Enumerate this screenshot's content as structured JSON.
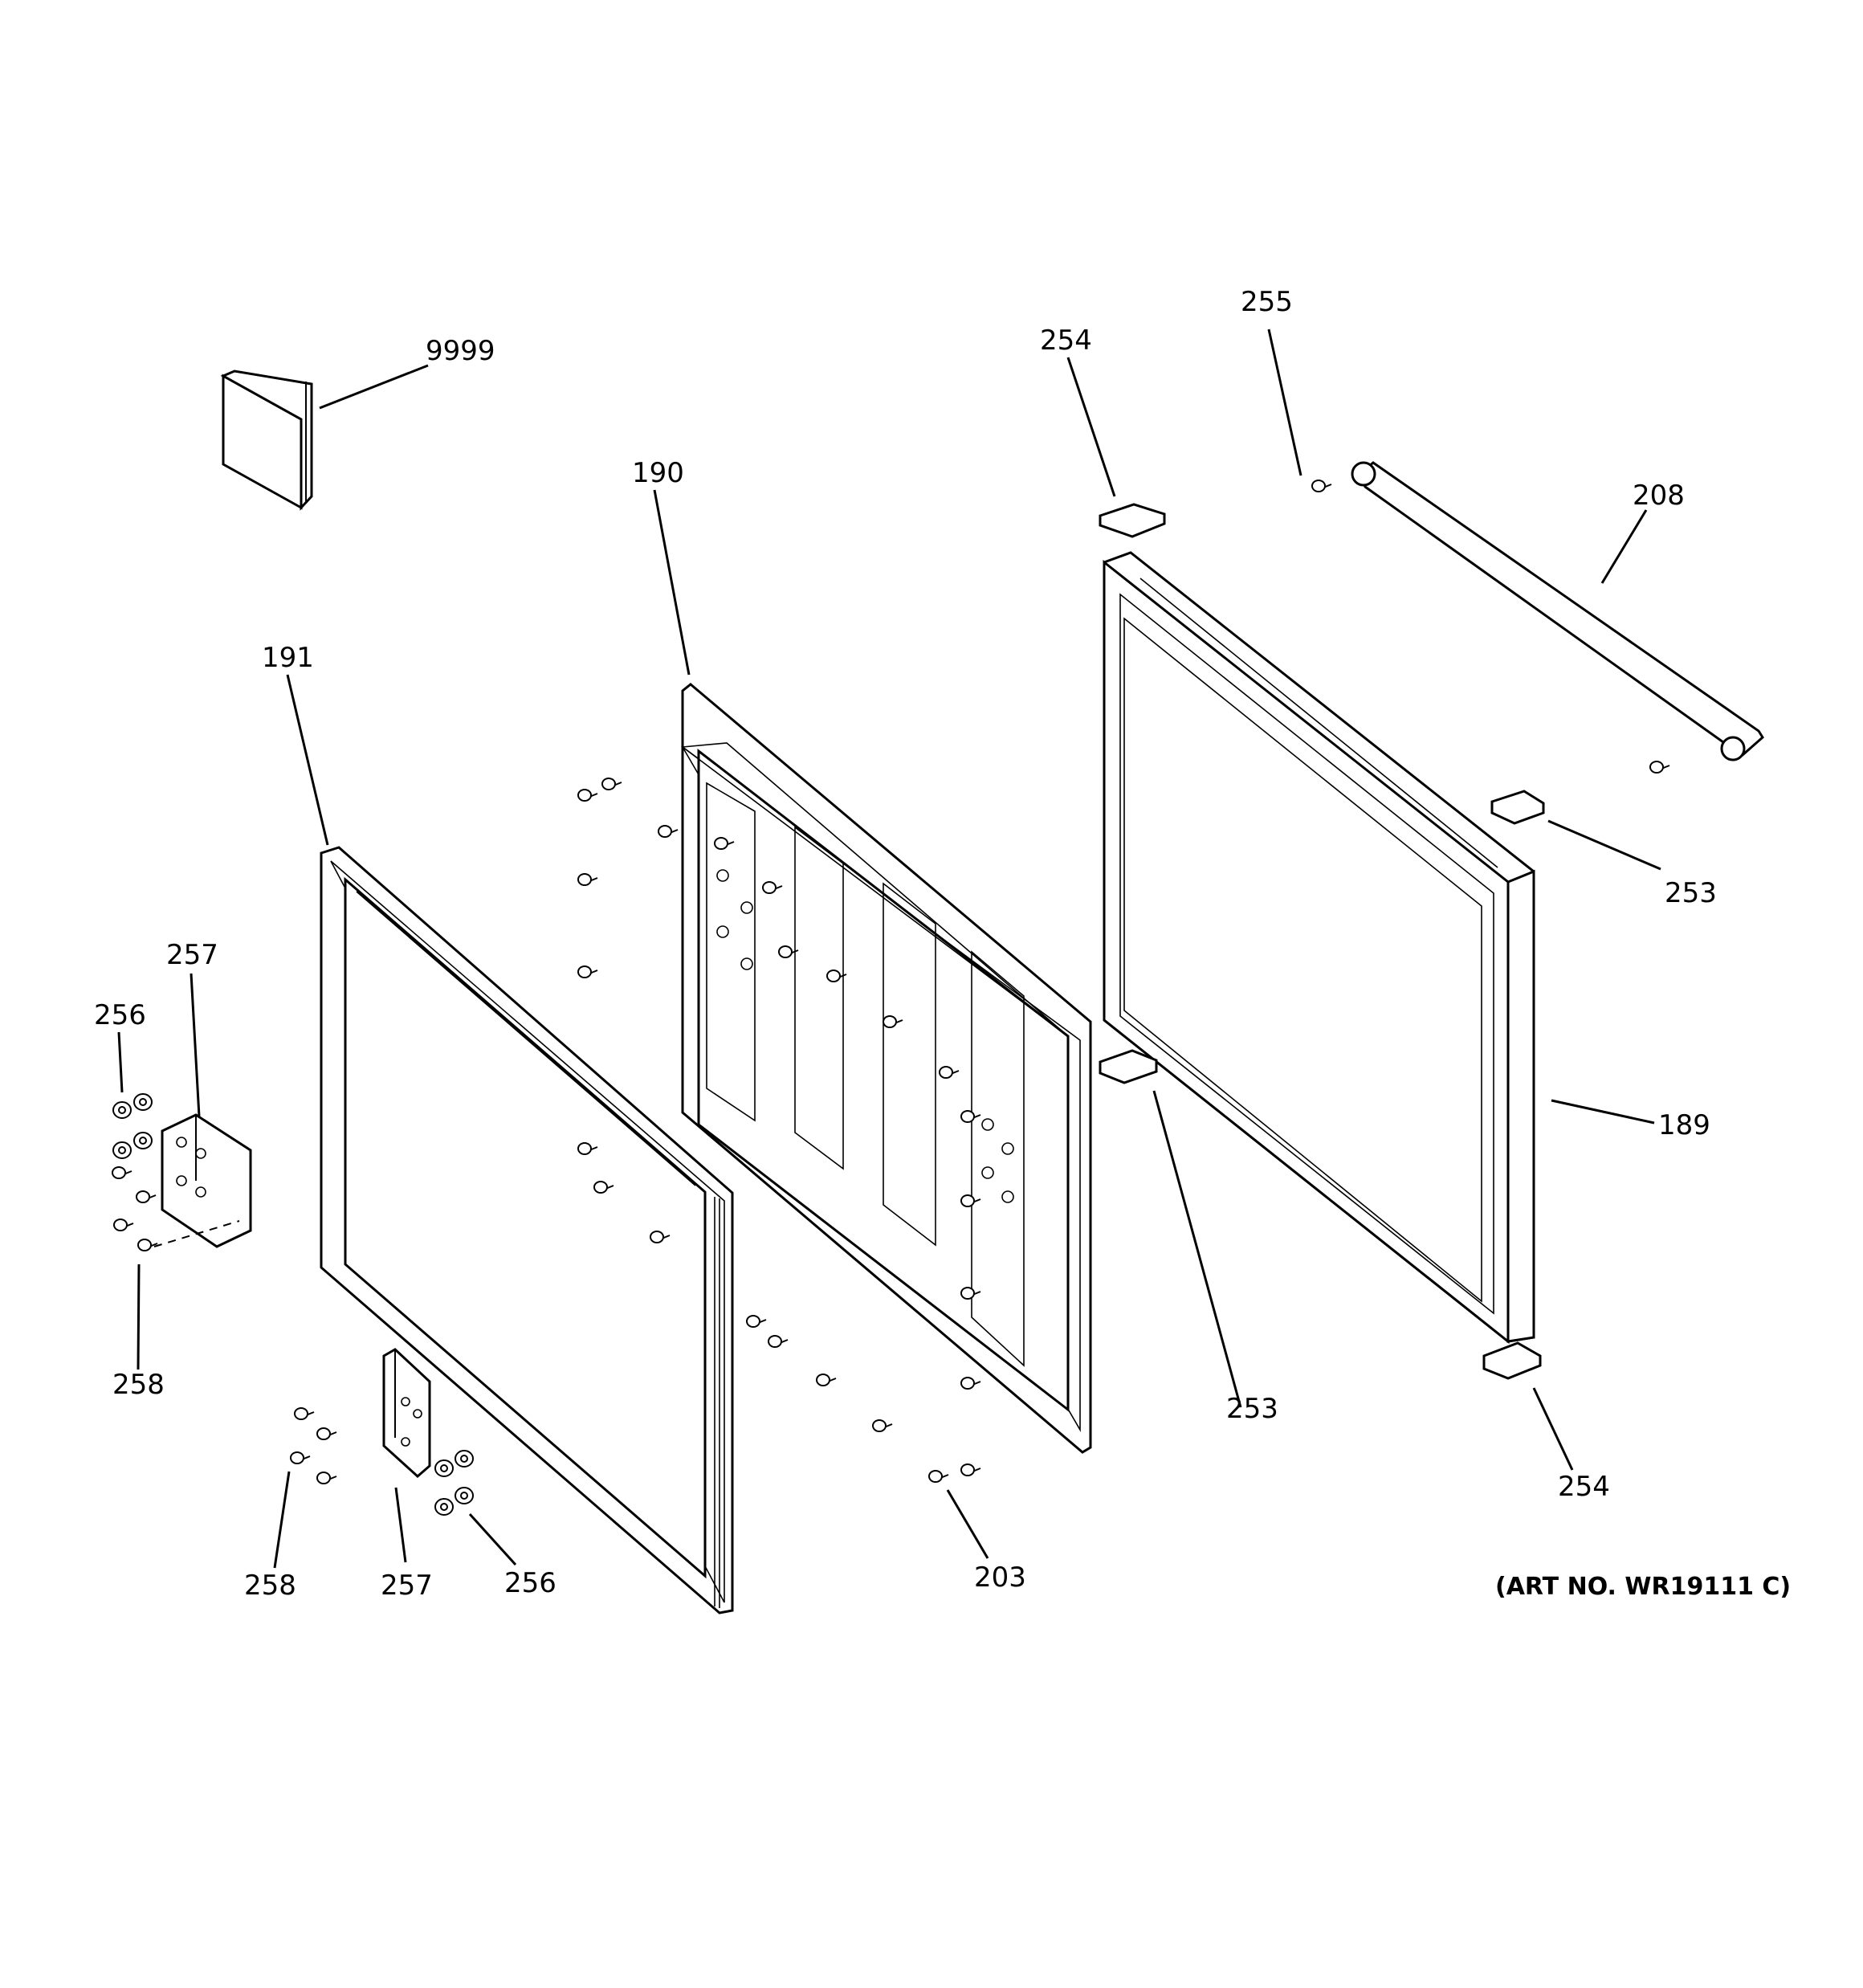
{
  "callouts": {
    "c9999": "9999",
    "c190": "190",
    "c191": "191",
    "c254_top": "254",
    "c255": "255",
    "c208": "208",
    "c253_right": "253",
    "c189": "189",
    "c253_bottom": "253",
    "c254_bottom": "254",
    "c203": "203",
    "c257_left": "257",
    "c256_left": "256",
    "c258_left": "258",
    "c258_bottom": "258",
    "c257_bottom": "257",
    "c256_bottom": "256"
  },
  "art_number": "(ART NO. WR19111 C)"
}
